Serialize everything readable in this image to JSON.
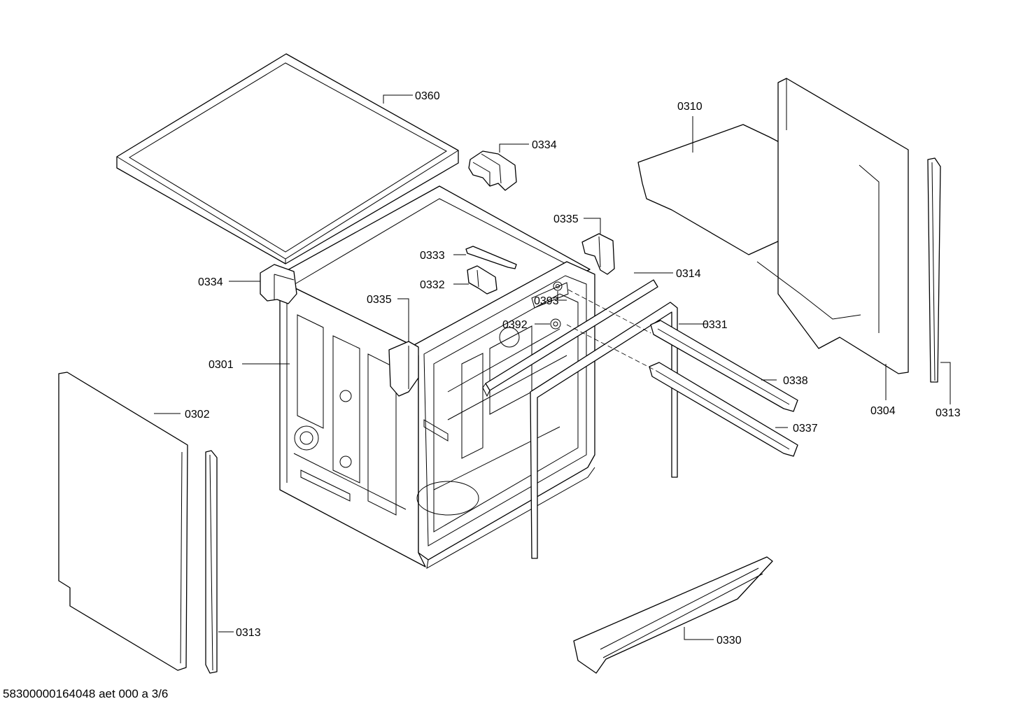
{
  "document_ref": "58300000164048 aet 000 a 3/6",
  "callouts": {
    "c0360": "0360",
    "c0334a": "0334",
    "c0334b": "0334",
    "c0335a": "0335",
    "c0335b": "0335",
    "c0333": "0333",
    "c0332": "0332",
    "c0301": "0301",
    "c0302": "0302",
    "c0313a": "0313",
    "c0313b": "0313",
    "c0310": "0310",
    "c0314": "0314",
    "c0393": "0393",
    "c0392": "0392",
    "c0331": "0331",
    "c0338": "0338",
    "c0337": "0337",
    "c0304": "0304",
    "c0330": "0330"
  },
  "colors": {
    "line": "#000000",
    "background": "#ffffff"
  }
}
